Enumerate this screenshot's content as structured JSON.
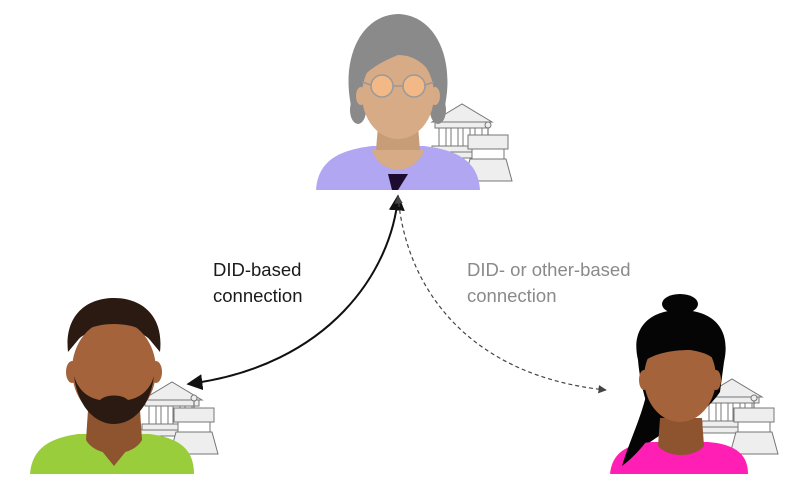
{
  "diagram": {
    "nodes": [
      {
        "id": "elder-woman",
        "role": "top person",
        "icons": [
          "institution-icon",
          "device-icon"
        ]
      },
      {
        "id": "bearded-man",
        "role": "bottom-left person",
        "icons": [
          "institution-icon",
          "device-icon"
        ]
      },
      {
        "id": "young-woman",
        "role": "bottom-right person",
        "icons": [
          "institution-icon",
          "device-icon"
        ]
      }
    ],
    "edges": [
      {
        "from": "elder-woman",
        "to": "bearded-man",
        "style": "solid",
        "arrows": "both",
        "label_lines": [
          "DID-based",
          "connection"
        ]
      },
      {
        "from": "elder-woman",
        "to": "young-woman",
        "style": "dashed",
        "arrows": "both",
        "label_lines": [
          "DID- or other-based",
          "connection"
        ]
      }
    ]
  },
  "colors": {
    "elder_shirt": "#b0a6f2",
    "man_shirt": "#9acd3c",
    "woman_shirt": "#ff1fb5",
    "elder_skin": "#d6ab85",
    "man_skin": "#a4633a",
    "woman_skin": "#a4633a",
    "grey_hair": "#8a8a8a",
    "solid_edge": "#111111",
    "dashed_edge": "#444444",
    "icon_fill": "#eeeeee",
    "icon_stroke": "#777777"
  }
}
